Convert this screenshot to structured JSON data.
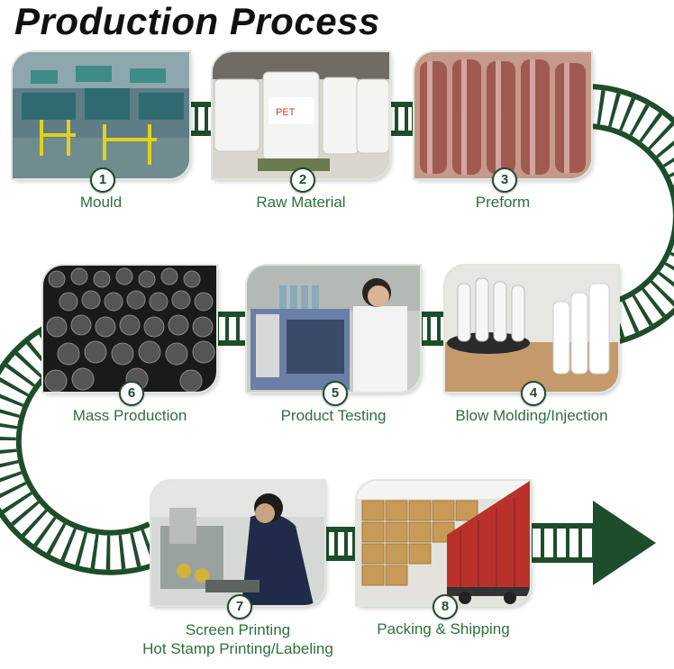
{
  "title": "Production Process",
  "colors": {
    "track": "#1e4d2b",
    "label": "#2f6f3a"
  },
  "steps": [
    {
      "number": "1",
      "label": "Mould"
    },
    {
      "number": "2",
      "label": "Raw Material"
    },
    {
      "number": "3",
      "label": "Preform"
    },
    {
      "number": "4",
      "label": "Blow Molding/Injection"
    },
    {
      "number": "5",
      "label": "Product Testing"
    },
    {
      "number": "6",
      "label": "Mass Production"
    },
    {
      "number": "7",
      "label": "Screen Printing",
      "label2": "Hot Stamp Printing/Labeling"
    },
    {
      "number": "8",
      "label": "Packing & Shipping"
    }
  ]
}
